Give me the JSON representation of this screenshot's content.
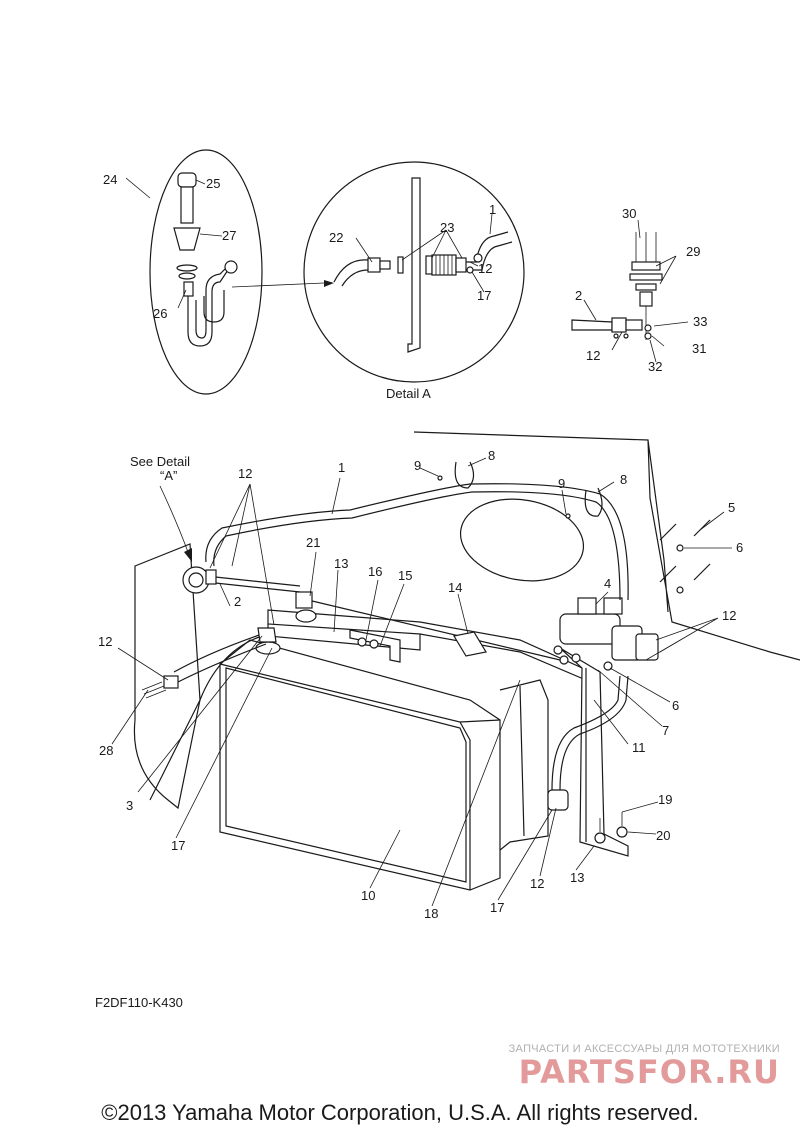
{
  "diagram": {
    "code": "F2DF110-K430",
    "detail_caption": "Detail A",
    "see_detail": [
      "See Detail",
      "“A”"
    ],
    "callouts": [
      {
        "id": "c24",
        "text": "24"
      },
      {
        "id": "c25",
        "text": "25"
      },
      {
        "id": "c27",
        "text": "27"
      },
      {
        "id": "c26",
        "text": "26"
      },
      {
        "id": "c22",
        "text": "22"
      },
      {
        "id": "c23",
        "text": "23"
      },
      {
        "id": "c1a",
        "text": "1"
      },
      {
        "id": "c12a",
        "text": "12"
      },
      {
        "id": "c17a",
        "text": "17"
      },
      {
        "id": "c30",
        "text": "30"
      },
      {
        "id": "c29",
        "text": "29"
      },
      {
        "id": "c2a",
        "text": "2"
      },
      {
        "id": "c33",
        "text": "33"
      },
      {
        "id": "c12b",
        "text": "12"
      },
      {
        "id": "c31",
        "text": "31"
      },
      {
        "id": "c32",
        "text": "32"
      },
      {
        "id": "c12c",
        "text": "12"
      },
      {
        "id": "c1b",
        "text": "1"
      },
      {
        "id": "c9a",
        "text": "9"
      },
      {
        "id": "c8a",
        "text": "8"
      },
      {
        "id": "c9b",
        "text": "9"
      },
      {
        "id": "c8b",
        "text": "8"
      },
      {
        "id": "c5",
        "text": "5"
      },
      {
        "id": "c6a",
        "text": "6"
      },
      {
        "id": "c21",
        "text": "21"
      },
      {
        "id": "c13a",
        "text": "13"
      },
      {
        "id": "c16",
        "text": "16"
      },
      {
        "id": "c15",
        "text": "15"
      },
      {
        "id": "c14",
        "text": "14"
      },
      {
        "id": "c4",
        "text": "4"
      },
      {
        "id": "c12d",
        "text": "12"
      },
      {
        "id": "c2b",
        "text": "2"
      },
      {
        "id": "c12e",
        "text": "12"
      },
      {
        "id": "c28",
        "text": "28"
      },
      {
        "id": "c6b",
        "text": "6"
      },
      {
        "id": "c7",
        "text": "7"
      },
      {
        "id": "c11",
        "text": "11"
      },
      {
        "id": "c3",
        "text": "3"
      },
      {
        "id": "c19",
        "text": "19"
      },
      {
        "id": "c20",
        "text": "20"
      },
      {
        "id": "c17b",
        "text": "17"
      },
      {
        "id": "c10",
        "text": "10"
      },
      {
        "id": "c12f",
        "text": "12"
      },
      {
        "id": "c13b",
        "text": "13"
      },
      {
        "id": "c18",
        "text": "18"
      },
      {
        "id": "c17c",
        "text": "17"
      }
    ]
  },
  "watermark": {
    "tagline": "ЗАПЧАСТИ И АКСЕССУАРЫ ДЛЯ МОТОТЕХНИКИ",
    "logo": "PARTSFOR.RU",
    "color": "#e39a9a"
  },
  "footer": {
    "copyright": "©2013 Yamaha Motor Corporation, U.S.A. All rights reserved."
  }
}
